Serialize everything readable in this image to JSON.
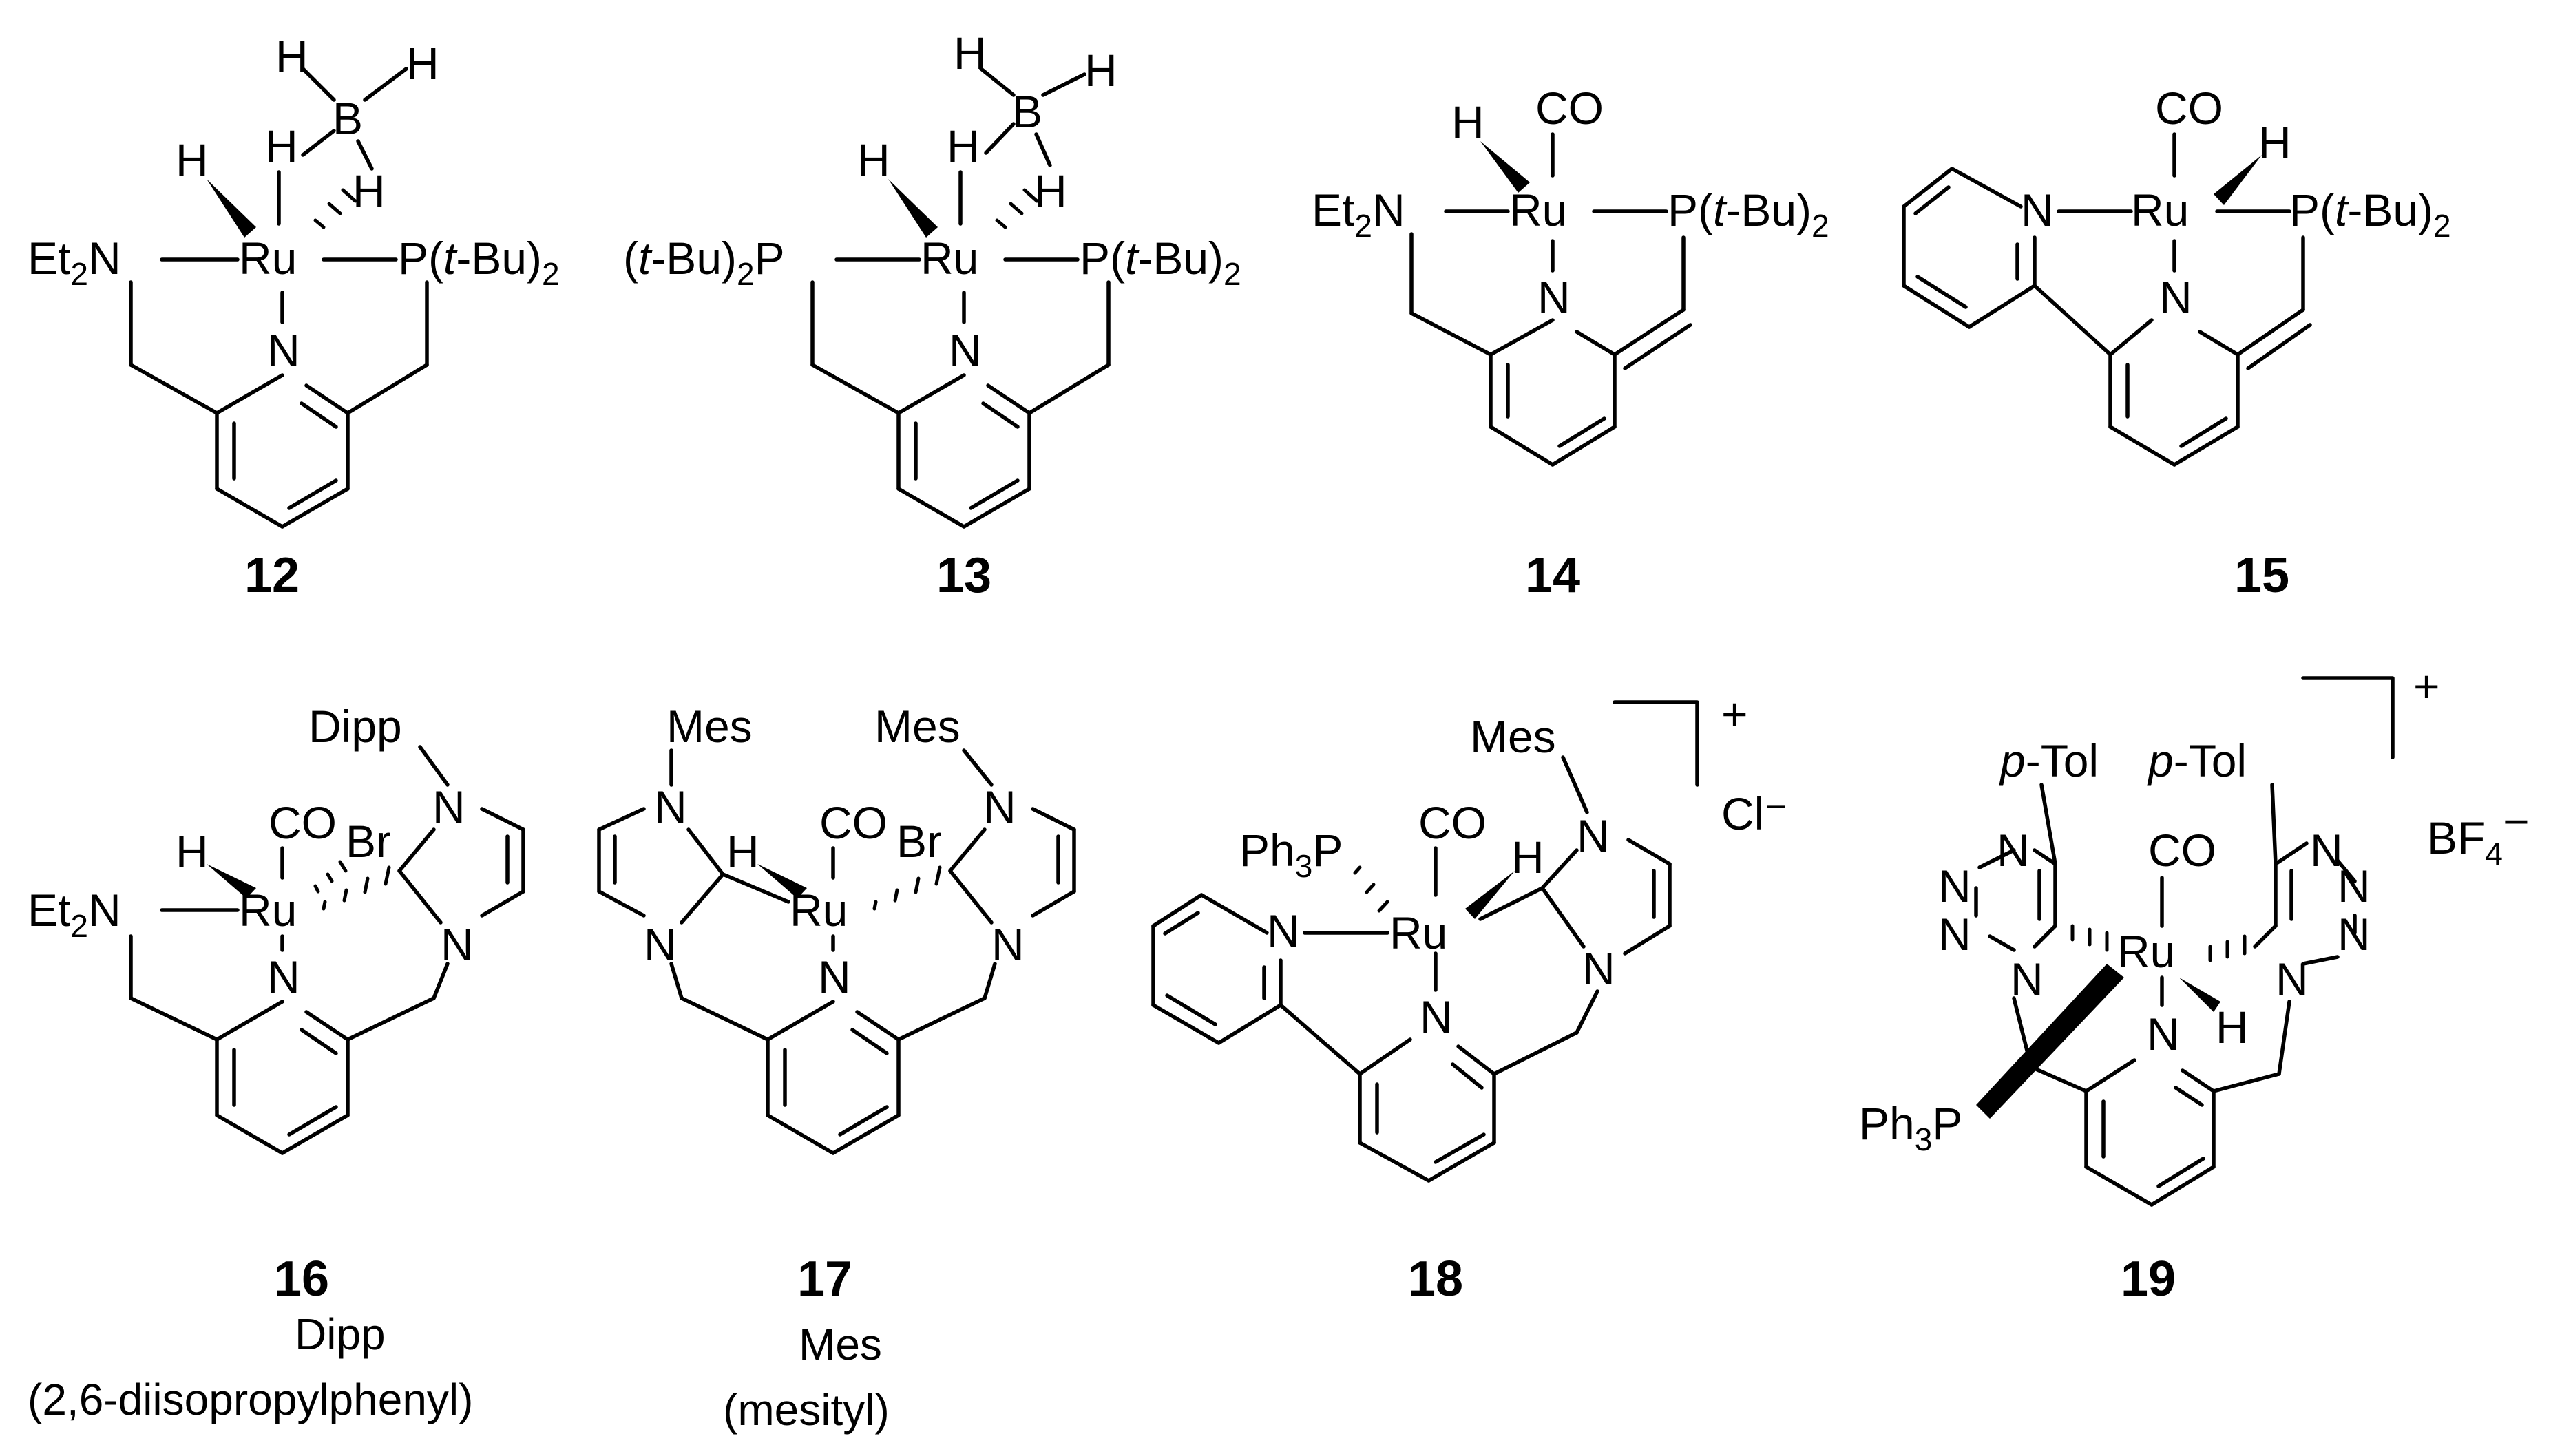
{
  "compounds": [
    {
      "number": "12"
    },
    {
      "number": "13"
    },
    {
      "number": "14"
    },
    {
      "number": "15"
    },
    {
      "number": "16",
      "abbr": "Dipp",
      "abbr_meaning": "(2,6-diisopropylphenyl)"
    },
    {
      "number": "17",
      "abbr": "Mes",
      "abbr_meaning": "(mesityl)"
    },
    {
      "number": "18",
      "counterion": "Cl⁻",
      "charge": "+"
    },
    {
      "number": "19",
      "counterion": "BF₄⁻",
      "charge": "+"
    }
  ],
  "atoms": {
    "ru": "Ru",
    "h": "H",
    "b": "B",
    "n": "N",
    "p": "P",
    "br": "Br",
    "co": "CO",
    "et2n_et": "Et",
    "et2n_2": "2",
    "et2n_n": "N",
    "ptbu_p": "P(",
    "ptbu_t": "t",
    "ptbu_rest": "-Bu)",
    "ptbu_2": "2",
    "tbup_open": "(",
    "tbup_t": "t",
    "tbup_rest": "-Bu)",
    "tbup_2": "2",
    "tbup_p": "P",
    "dipp": "Dipp",
    "mes": "Mes",
    "ph3p_ph": "Ph",
    "ph3p_3": "3",
    "ph3p_p": "P",
    "ptol_p": "p",
    "ptol_rest": "-Tol",
    "cl": "Cl⁻",
    "bf4_bf": "BF",
    "bf4_4": "4",
    "bf4_minus": "−",
    "plus": "+"
  }
}
